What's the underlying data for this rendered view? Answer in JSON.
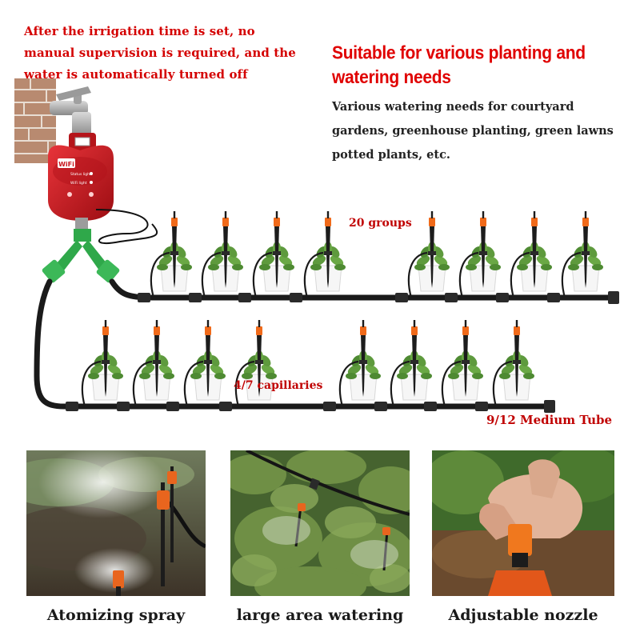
{
  "top_note": {
    "lines": [
      "After the irrigation time is set, no",
      "manual supervision is required, and the",
      "water is automatically turned off"
    ]
  },
  "headline": {
    "lines": [
      "Suitable for various planting and",
      "watering needs"
    ]
  },
  "description": {
    "lines": [
      "Various watering needs for courtyard",
      "gardens, greenhouse planting, green lawns",
      "potted plants, etc."
    ]
  },
  "timer": {
    "badge": "WiFi",
    "label_status": "Status light",
    "label_wifi": "WiFi light"
  },
  "callouts": {
    "groups": "20 groups",
    "capillaries": "4/7 capillaries",
    "medium_tube": "9/12 Medium Tube"
  },
  "features": [
    {
      "caption": "Atomizing spray"
    },
    {
      "caption": "large area watering"
    },
    {
      "caption": "Adjustable nozzle"
    }
  ],
  "colors": {
    "accent_red": "#d40000",
    "timer_red": "#c8161d",
    "nozzle_orange": "#f06a1a",
    "connector_green": "#2fa84a",
    "tube_black": "#1a1a1a"
  }
}
